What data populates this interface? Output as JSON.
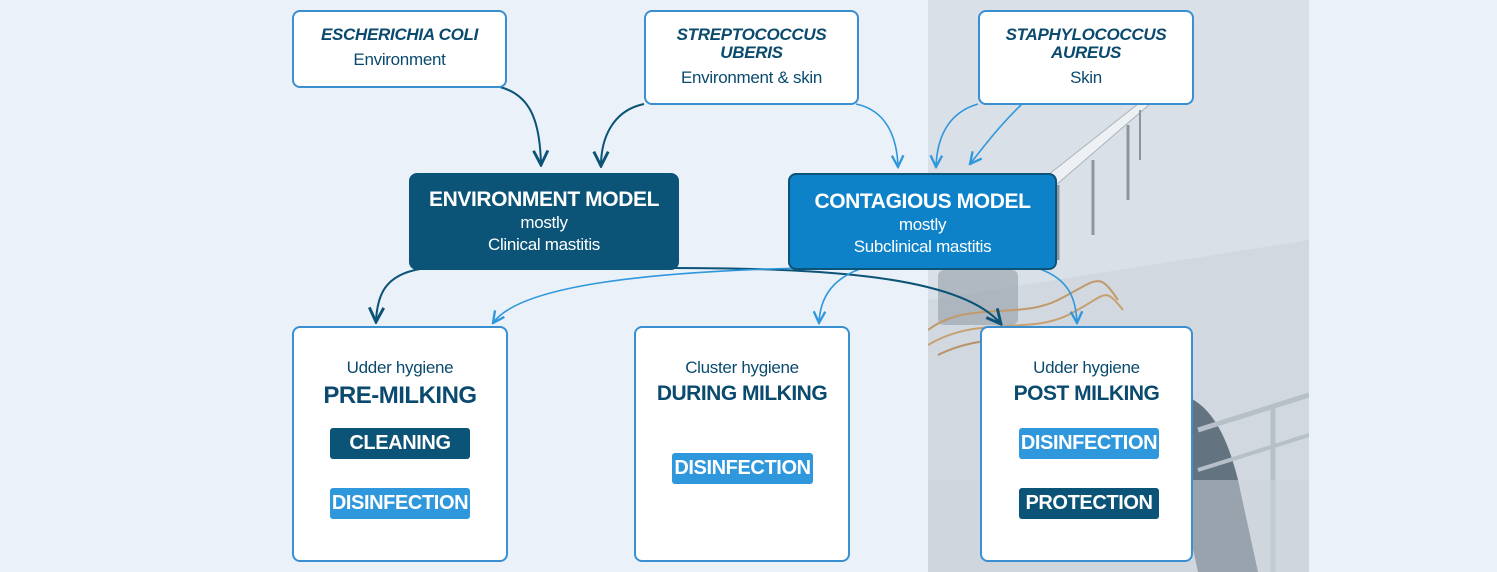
{
  "sources": [
    {
      "name": "ESCHERICHIA COLI",
      "location": "Environment"
    },
    {
      "name": "STREPTOCOCCUS\nUBERIS",
      "location": "Environment & skin"
    },
    {
      "name": "STAPHYLOCOCCUS\nAUREUS",
      "location": "Skin"
    }
  ],
  "models": [
    {
      "title": "ENVIRONMENT MODEL",
      "qualifier": "mostly",
      "type": "Clinical mastitis",
      "color": "#0b5377"
    },
    {
      "title": "CONTAGIOUS MODEL",
      "qualifier": "mostly",
      "type": "Subclinical mastitis",
      "color": "#0e82c8"
    }
  ],
  "stages": [
    {
      "subtitle": "Udder hygiene",
      "title": "PRE-MILKING",
      "actions": [
        "CLEANING",
        "DISINFECTION"
      ]
    },
    {
      "subtitle": "Cluster hygiene",
      "title": "DURING MILKING",
      "actions": [
        "DISINFECTION"
      ]
    },
    {
      "subtitle": "Udder hygiene",
      "title": "POST MILKING",
      "actions": [
        "DISINFECTION",
        "PROTECTION"
      ]
    }
  ],
  "colors": {
    "dark": "#0b5377",
    "light": "#2f97dc",
    "border": "#3a8fd0",
    "background": "#eaf1f8"
  }
}
